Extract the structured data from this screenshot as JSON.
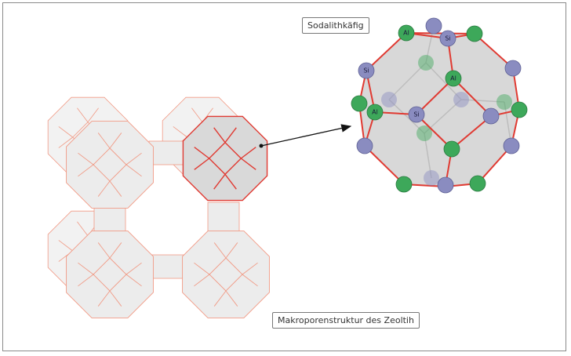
{
  "labels": {
    "sodalite_cage": "Sodalithkäfig",
    "macropore_structure": "Makroporenstruktur des Zeoltih"
  },
  "atom_labels": {
    "al": "Al",
    "si": "Si"
  },
  "colors": {
    "al_green": "#3da85a",
    "si_blue": "#8a8cc0",
    "cage_edge": "#e03a32",
    "framework_edge": "#f19a85",
    "framework_fill": "#ececec",
    "highlight_fill": "#d9d9d9"
  }
}
